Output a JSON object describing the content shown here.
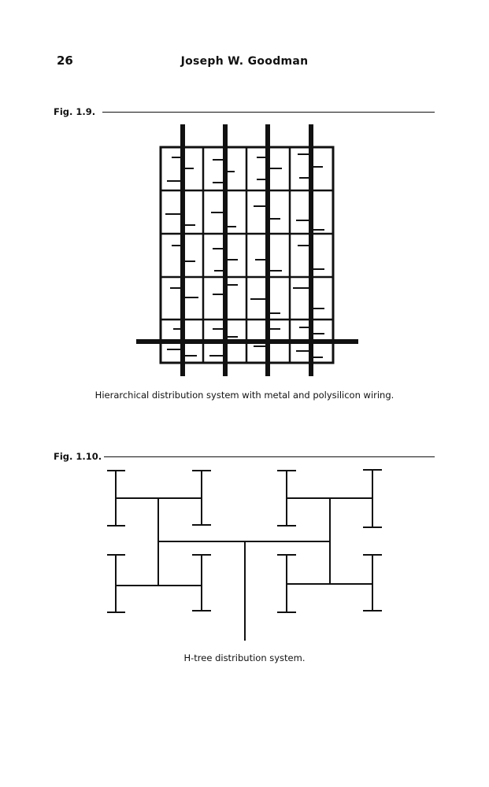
{
  "header": {
    "page_number": "26",
    "author": "Joseph W. Goodman"
  },
  "figures": [
    {
      "label": "Fig.  1.9.",
      "caption": "Hierarchical distribution system with metal and polysilicon wiring."
    },
    {
      "label": "Fig.  1.10.",
      "caption": "H-tree distribution system."
    }
  ]
}
